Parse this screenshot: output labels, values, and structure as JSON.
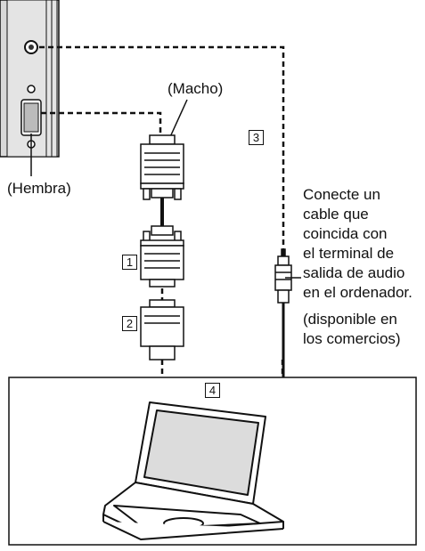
{
  "labels": {
    "male": "(Macho)",
    "female": "(Hembra)"
  },
  "callouts": [
    "1",
    "2",
    "3",
    "4"
  ],
  "note": {
    "lines": [
      "Conecte un",
      "cable que",
      "coincida con",
      "el terminal de",
      "salida de audio",
      "en el ordenador."
    ],
    "availability_lines": [
      "(disponible en",
      "los comercios)"
    ]
  },
  "colors": {
    "panel": "#d8d8d8",
    "connector": "#ffffff",
    "line": "#111111"
  }
}
